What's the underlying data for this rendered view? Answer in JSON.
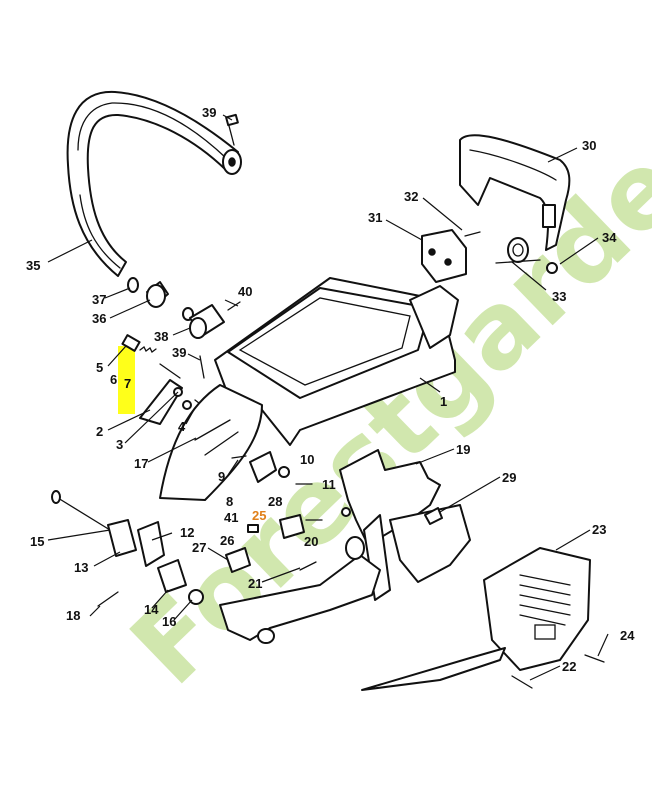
{
  "watermark": {
    "text": "Forestgarden.com",
    "color": "#c9e3a0"
  },
  "highlight_color": "#ffff1a",
  "accent_label_color": "#e0801a",
  "parts": [
    {
      "id": "p1",
      "label": "1"
    },
    {
      "id": "p2",
      "label": "2"
    },
    {
      "id": "p3",
      "label": "3"
    },
    {
      "id": "p4",
      "label": "4"
    },
    {
      "id": "p5",
      "label": "5"
    },
    {
      "id": "p6",
      "label": "6"
    },
    {
      "id": "p7",
      "label": "7"
    },
    {
      "id": "p8",
      "label": "8"
    },
    {
      "id": "p9",
      "label": "9"
    },
    {
      "id": "p10",
      "label": "10"
    },
    {
      "id": "p11",
      "label": "11"
    },
    {
      "id": "p12",
      "label": "12"
    },
    {
      "id": "p13",
      "label": "13"
    },
    {
      "id": "p14",
      "label": "14"
    },
    {
      "id": "p15",
      "label": "15"
    },
    {
      "id": "p16",
      "label": "16"
    },
    {
      "id": "p17",
      "label": "17"
    },
    {
      "id": "p18",
      "label": "18"
    },
    {
      "id": "p19",
      "label": "19"
    },
    {
      "id": "p20",
      "label": "20"
    },
    {
      "id": "p21",
      "label": "21"
    },
    {
      "id": "p22",
      "label": "22"
    },
    {
      "id": "p23",
      "label": "23"
    },
    {
      "id": "p24",
      "label": "24"
    },
    {
      "id": "p25",
      "label": "25"
    },
    {
      "id": "p26",
      "label": "26"
    },
    {
      "id": "p27",
      "label": "27"
    },
    {
      "id": "p28",
      "label": "28"
    },
    {
      "id": "p29",
      "label": "29"
    },
    {
      "id": "p30",
      "label": "30"
    },
    {
      "id": "p31",
      "label": "31"
    },
    {
      "id": "p32",
      "label": "32"
    },
    {
      "id": "p33",
      "label": "33"
    },
    {
      "id": "p34",
      "label": "34"
    },
    {
      "id": "p35",
      "label": "35"
    },
    {
      "id": "p36",
      "label": "36"
    },
    {
      "id": "p37",
      "label": "37"
    },
    {
      "id": "p38",
      "label": "38"
    },
    {
      "id": "p39a",
      "label": "39"
    },
    {
      "id": "p39b",
      "label": "39"
    },
    {
      "id": "p40",
      "label": "40"
    },
    {
      "id": "p41",
      "label": "41"
    }
  ]
}
